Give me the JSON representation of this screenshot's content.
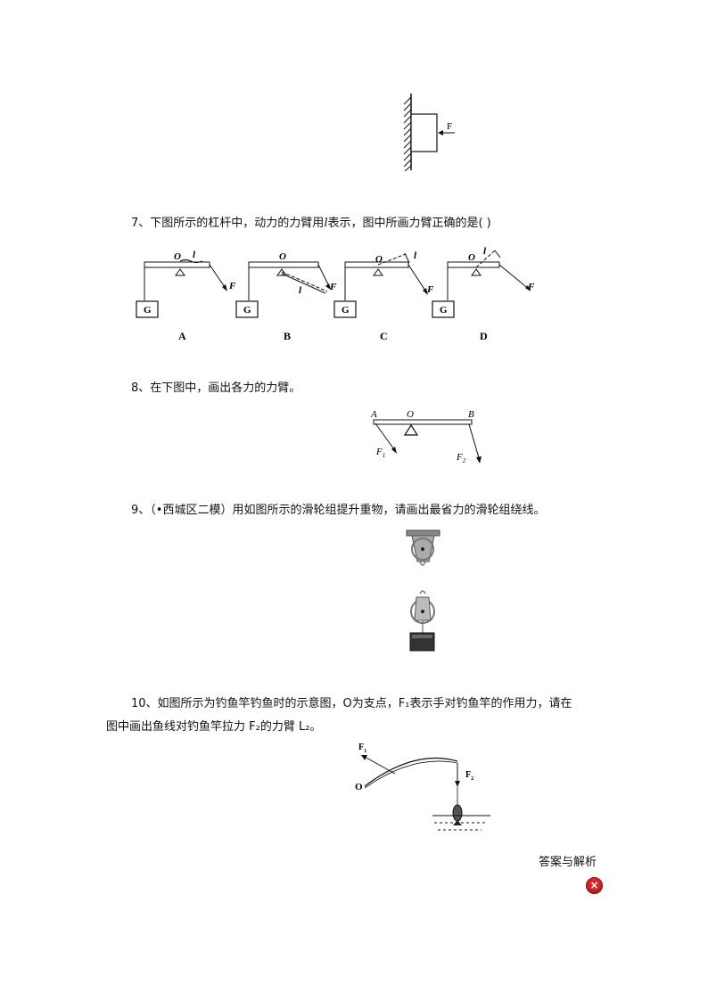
{
  "fig_wall": {
    "force_label": "F"
  },
  "q7": {
    "text_before": "7、下图所示的杠杆中，动力的力臂用",
    "symbol": "l",
    "text_after": "表示，图中所画力臂正确的是(    )",
    "options": [
      {
        "letter": "A",
        "pivot": "O",
        "arm": "l",
        "force": "F",
        "weight": "G"
      },
      {
        "letter": "B",
        "pivot": "O",
        "arm": "l",
        "force": "F",
        "weight": "G"
      },
      {
        "letter": "C",
        "pivot": "O",
        "arm": "l",
        "force": "F",
        "weight": "G"
      },
      {
        "letter": "D",
        "pivot": "O",
        "arm": "l",
        "force": "F",
        "weight": "G"
      }
    ]
  },
  "q8": {
    "text": "8、在下图中，画出各力的力臂。",
    "labels": {
      "a": "A",
      "o": "O",
      "b": "B",
      "f1": "F",
      "f1_sub": "1",
      "f2": "F",
      "f2_sub": "2"
    }
  },
  "q9": {
    "text": "9、（•西城区二模）用如图所示的滑轮组提升重物，请画出最省力的滑轮组绕线。"
  },
  "q10": {
    "line1": "10、如图所示为钓鱼竿钓鱼时的示意图，O为支点，F₁表示手对钓鱼竿的作用力，请在",
    "line2": "图中画出鱼线对钓鱼竿拉力 F₂的力臂 L₂。",
    "labels": {
      "o": "O",
      "f1": "F",
      "f1_sub": "1",
      "f2": "F",
      "f2_sub": "2"
    }
  },
  "footer": {
    "answer_label": "答案与解析",
    "close_icon": "×"
  }
}
